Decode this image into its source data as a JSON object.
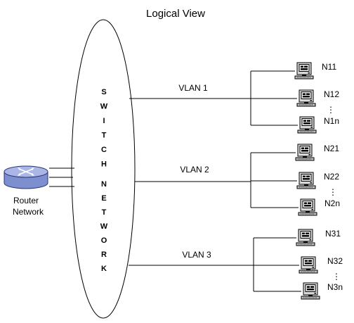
{
  "title": "Logical View",
  "switch": {
    "word1": "SWITCH",
    "word2": "NETWORK"
  },
  "router": {
    "label_line1": "Router",
    "label_line2": "Network",
    "icon": "router-icon"
  },
  "vlans": [
    {
      "label": "VLAN 1",
      "nodes": [
        "N11",
        "N12",
        "N1n"
      ]
    },
    {
      "label": "VLAN 2",
      "nodes": [
        "N21",
        "N22",
        "N2n"
      ]
    },
    {
      "label": "VLAN 3",
      "nodes": [
        "N31",
        "N32",
        "N3n"
      ]
    }
  ],
  "ellipsis": "⋮",
  "node_icon": "computer-icon"
}
